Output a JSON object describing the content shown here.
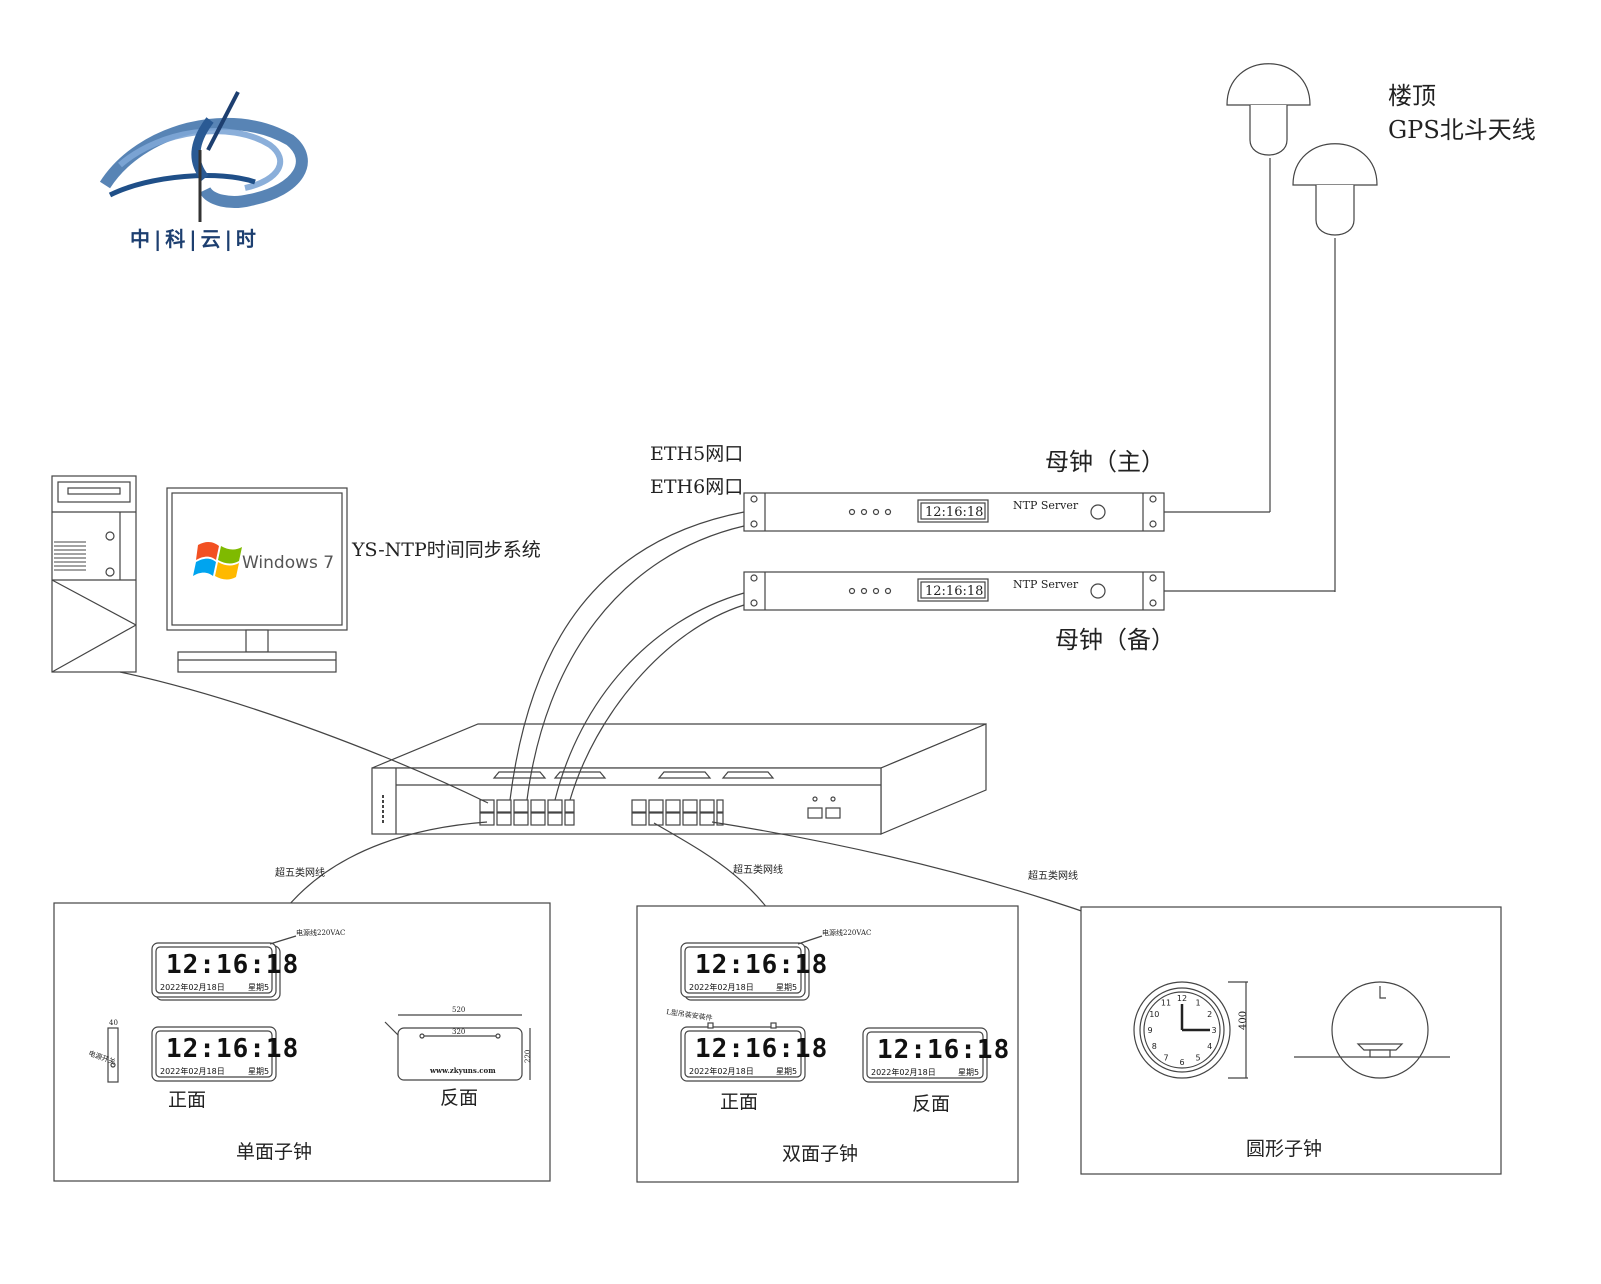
{
  "logo": {
    "text": "中|科|云|时"
  },
  "antenna": {
    "label_line1": "楼顶",
    "label_line2": "GPS北斗天线"
  },
  "pc": {
    "os_logo_text": "Windows 7",
    "system_label": "YS-NTP时间同步系统"
  },
  "ports": {
    "eth5": "ETH5网口",
    "eth6": "ETH6网口"
  },
  "master_main": {
    "label": "母钟（主）",
    "time": "12:16:18",
    "model": "NTP Server"
  },
  "master_backup": {
    "label": "母钟（备）",
    "time": "12:16:18",
    "model": "NTP Server"
  },
  "cables": {
    "label": "超五类网线"
  },
  "single_clock": {
    "title": "单面子钟",
    "front_label": "正面",
    "back_label": "反面",
    "time": "12:16:18",
    "date": "2022年02月18日",
    "weekday": "星期5",
    "power_note": "电源线220VAC",
    "switch_note": "电源开关",
    "dim_width": "520",
    "dim_inner": "320",
    "dim_height": "220",
    "dim_depth": "40",
    "website": "www.zkyuns.com"
  },
  "double_clock": {
    "title": "双面子钟",
    "front_label": "正面",
    "back_label": "反面",
    "time": "12:16:18",
    "date": "2022年02月18日",
    "weekday": "星期5",
    "power_note": "电源线220VAC",
    "bracket_note": "L型吊装安装件"
  },
  "round_clock": {
    "title": "圆形子钟",
    "dim": "400",
    "numerals": [
      "12",
      "1",
      "2",
      "3",
      "4",
      "5",
      "6",
      "7",
      "8",
      "9",
      "10",
      "11"
    ]
  }
}
